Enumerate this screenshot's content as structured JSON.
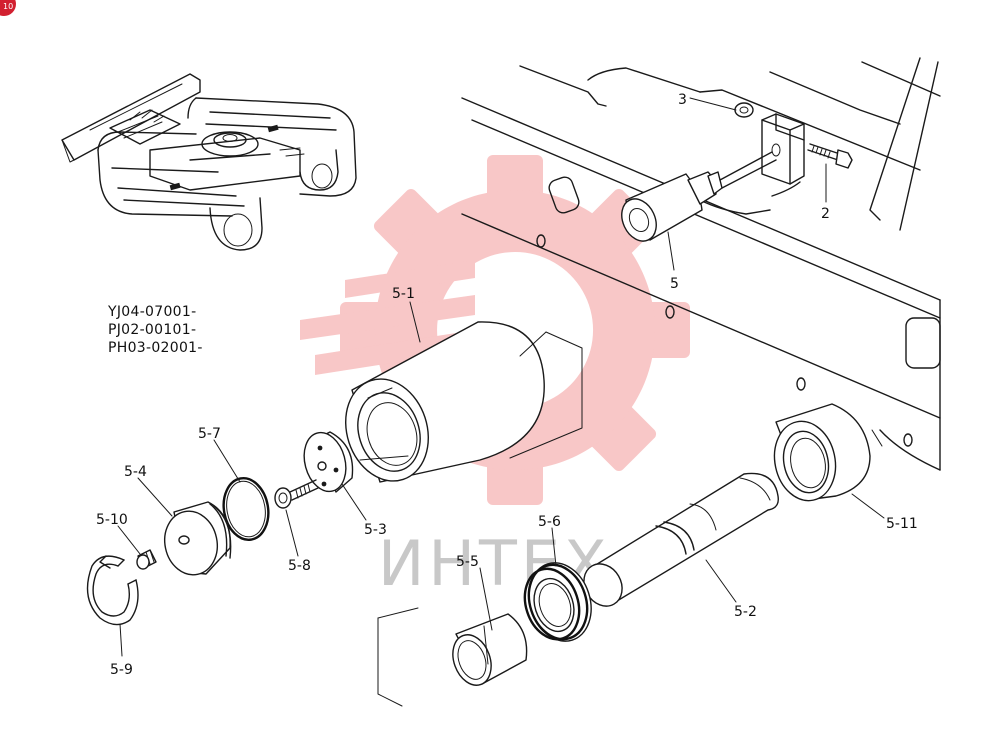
{
  "corner_badge": "10",
  "serial_numbers": [
    "YJ04-07001-",
    "PJ02-00101-",
    "PH03-02001-"
  ],
  "watermark_text": "ИНТЕХ",
  "part_labels": {
    "p2": "2",
    "p3": "3",
    "p5": "5",
    "p5_1": "5-1",
    "p5_2": "5-2",
    "p5_3": "5-3",
    "p5_4": "5-4",
    "p5_5": "5-5",
    "p5_6": "5-6",
    "p5_7": "5-7",
    "p5_8": "5-8",
    "p5_9": "5-9",
    "p5_10": "5-10",
    "p5_11": "5-11"
  },
  "colors": {
    "watermark": "#f39a9a",
    "badge": "#d22030",
    "line": "#1a1a1a"
  }
}
